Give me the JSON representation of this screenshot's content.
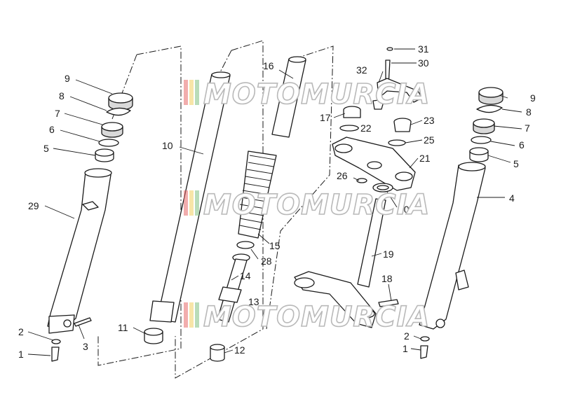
{
  "watermark": {
    "text": "MOTOMURCIA",
    "stripe_colors": [
      "#e86a6a",
      "#f0d060",
      "#7fc07f"
    ]
  },
  "callouts": {
    "c1_left": "1",
    "c2_left": "2",
    "c3": "3",
    "c4": "4",
    "c5_left": "5",
    "c6_left": "6",
    "c7_left": "7",
    "c8_left": "8",
    "c9_left": "9",
    "c10": "10",
    "c11": "11",
    "c12": "12",
    "c13": "13",
    "c14": "14",
    "c15": "15",
    "c16": "16",
    "c17": "17",
    "c18": "18",
    "c19": "19",
    "c20": "20",
    "c21": "21",
    "c22": "22",
    "c23": "23",
    "c25": "25",
    "c26": "26",
    "c28": "28",
    "c29": "29",
    "c30": "30",
    "c31": "31",
    "c32": "32",
    "c1_right": "1",
    "c2_right": "2",
    "c5_right": "5",
    "c6_right": "6",
    "c7_right": "7",
    "c8_right": "8",
    "c9_right": "9"
  },
  "colors": {
    "line": "#1a1a1a",
    "background": "#ffffff",
    "watermark_outline": "#b9b9b9"
  }
}
